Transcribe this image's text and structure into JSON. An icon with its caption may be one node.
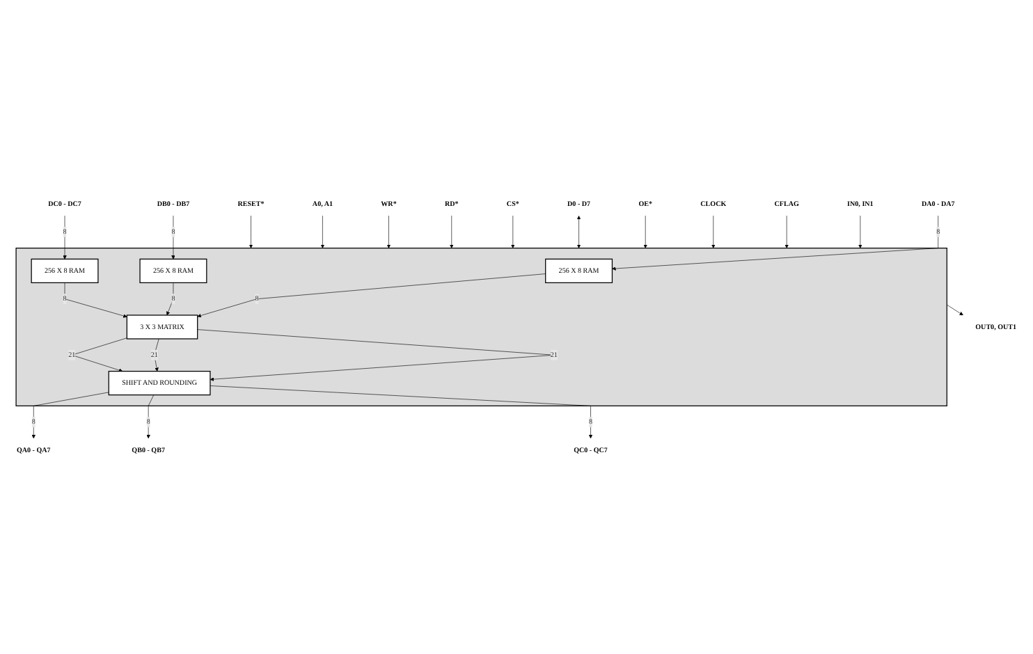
{
  "diagram": {
    "nodes": [
      {
        "text": [],
        "shape": "box"
      },
      {
        "text": [
          "256 X 8 RAM"
        ],
        "in": 0
      },
      {
        "text": [
          "256 X 8 RAM"
        ],
        "in": 0
      },
      {
        "text": [
          "256 X 8 RAM"
        ],
        "in": 0
      },
      {
        "text": [
          "3 X 3 MATRIX"
        ],
        "in": 0
      },
      {
        "text": [
          "SHIFT AND ROUNDING"
        ],
        "in": 0
      },
      {
        "text": [
          "IN0, IN1"
        ]
      },
      {
        "text": [
          "CFLAG"
        ]
      },
      {
        "text": [
          "DA0 - DA7"
        ]
      },
      {
        "text": [
          "DB0 - DB7"
        ]
      },
      {
        "text": [
          "DC0 - DC7"
        ]
      },
      {
        "text": [
          "CLOCK"
        ]
      },
      {
        "text": [
          "OUT0, OUT1"
        ]
      },
      {
        "text": [
          "QA0 - QA7"
        ]
      },
      {
        "text": [
          "QB0 - QB7"
        ]
      },
      {
        "text": [
          "QC0 - QC7"
        ]
      },
      {
        "text": [
          "OE*"
        ]
      },
      {
        "text": [
          "D0 - D7"
        ]
      },
      {
        "text": [
          "CS*"
        ]
      },
      {
        "text": [
          "RD*"
        ]
      },
      {
        "text": [
          "WR*"
        ]
      },
      {
        "text": [
          "A0, A1"
        ]
      },
      {
        "text": [
          "RESET*"
        ]
      }
    ],
    "edges": [
      {
        "from": 6,
        "to": 0,
        "arrow": "to"
      },
      {
        "from": 7,
        "to": 0,
        "arrow": "to"
      },
      {
        "from": 8,
        "to": 1,
        "arrow": "to",
        "label": "8"
      },
      {
        "from": 9,
        "to": 2,
        "arrow": "to",
        "label": "8"
      },
      {
        "from": 10,
        "to": 3,
        "arrow": "to",
        "label": "8"
      },
      {
        "from": 11,
        "to": 0,
        "arrow": "to"
      },
      {
        "from": 1,
        "to": 4,
        "arrow": "to",
        "label": "8"
      },
      {
        "from": 2,
        "to": 4,
        "arrow": "to",
        "label": "8"
      },
      {
        "from": 3,
        "to": 4,
        "arrow": "to",
        "label": "8"
      },
      {
        "from": 4,
        "to": 5,
        "arrow": "to",
        "label": "21"
      },
      {
        "from": 4,
        "to": 5,
        "arrow": "to",
        "label": "21"
      },
      {
        "from": 4,
        "to": 5,
        "arrow": "to",
        "label": "21"
      },
      {
        "from": 5,
        "to": 13,
        "arrow": "to",
        "label": "8"
      },
      {
        "from": 5,
        "to": 14,
        "arrow": "to",
        "label": "8"
      },
      {
        "from": 5,
        "to": 15,
        "arrow": "to",
        "label": "8"
      },
      {
        "from": 0,
        "to": 12,
        "arrow": "to"
      },
      {
        "from": 16,
        "to": 0,
        "arrow": "to"
      },
      {
        "from": 17,
        "to": 0,
        "arrow": "both"
      },
      {
        "from": 18,
        "to": 0,
        "arrow": "to"
      },
      {
        "from": 19,
        "to": 0,
        "arrow": "to"
      },
      {
        "from": 20,
        "to": 0,
        "arrow": "to"
      },
      {
        "from": 21,
        "to": 0,
        "arrow": "to"
      },
      {
        "from": 22,
        "to": 0,
        "arrow": "to"
      }
    ]
  }
}
